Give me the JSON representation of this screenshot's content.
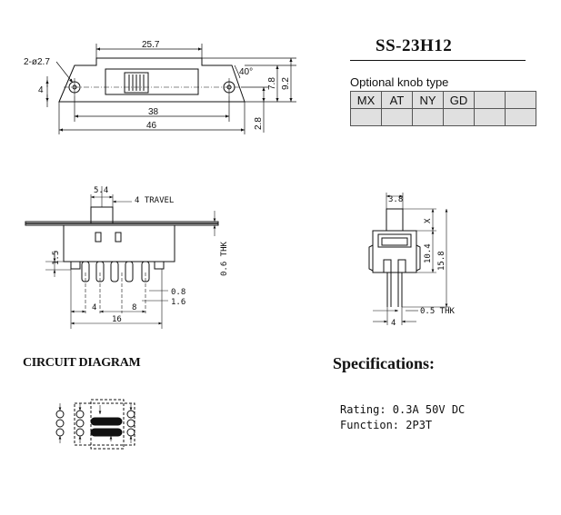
{
  "part_number": "SS-23H12",
  "knob": {
    "caption": "Optional knob type",
    "row1": [
      "MX",
      "AT",
      "NY",
      "GD",
      "",
      ""
    ],
    "row2": [
      "",
      "",
      "",
      "",
      "",
      ""
    ]
  },
  "top_view_dims": {
    "hole": "2-ø2.7",
    "width_25_7": "25.7",
    "angle": "40°",
    "h4": "4",
    "h7_8": "7.8",
    "h9_2": "9.2",
    "w38": "38",
    "w46": "46",
    "h2_8": "2.8"
  },
  "side_view_dims": {
    "d5_4": "5.4",
    "travel": "4 TRAVEL",
    "d1_5": "1.5",
    "thk": "0.6 THK",
    "d0_8": "0.8",
    "d1_6": "1.6",
    "d4": "4",
    "d8": "8",
    "d16": "16"
  },
  "end_view_dims": {
    "d3_8": "3.8",
    "x": "X",
    "d10_4": "10.4",
    "d15_8": "15.8",
    "thk": "0.5 THK",
    "d4": "4"
  },
  "circuit_title": "CIRCUIT DIAGRAM",
  "specs": {
    "title": "Specifications:",
    "rating": "Rating: 0.3A 50V DC",
    "function": "Function: 2P3T"
  }
}
